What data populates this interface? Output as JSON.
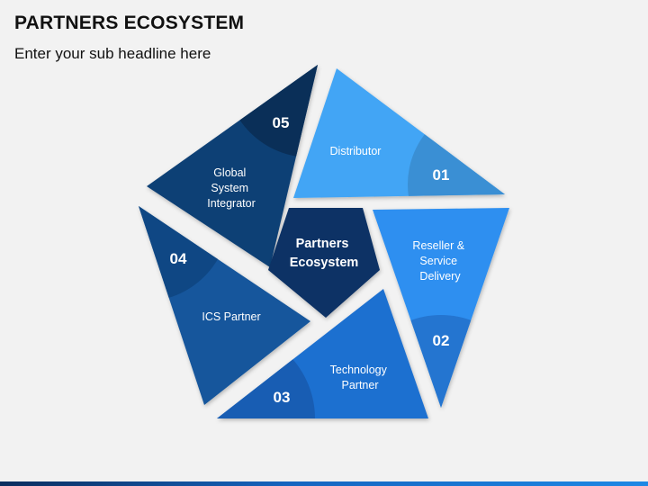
{
  "header": {
    "title": "PARTNERS ECOSYSTEM",
    "subtitle": "Enter your sub headline here"
  },
  "center": {
    "line1": "Partners",
    "line2": "Ecosystem"
  },
  "segments": [
    {
      "number": "01",
      "label_lines": [
        "Distributor"
      ],
      "color": "#42a5f5",
      "accent": "#3a8fd4"
    },
    {
      "number": "02",
      "label_lines": [
        "Reseller &",
        "Service",
        "Delivery"
      ],
      "color": "#2e8ff0",
      "accent": "#2475d0"
    },
    {
      "number": "03",
      "label_lines": [
        "Technology",
        "Partner"
      ],
      "color": "#1e6fd0",
      "accent": "#185db3"
    },
    {
      "number": "04",
      "label_lines": [
        "ICS Partner"
      ],
      "color": "#13569c",
      "accent": "#0f4784"
    },
    {
      "number": "05",
      "label_lines": [
        "Global",
        "System",
        "Integrator"
      ],
      "color": "#0e3f74",
      "accent": "#0a2f58"
    }
  ],
  "colors": {
    "center": "#0d3365",
    "background": "#f2f2f2"
  }
}
